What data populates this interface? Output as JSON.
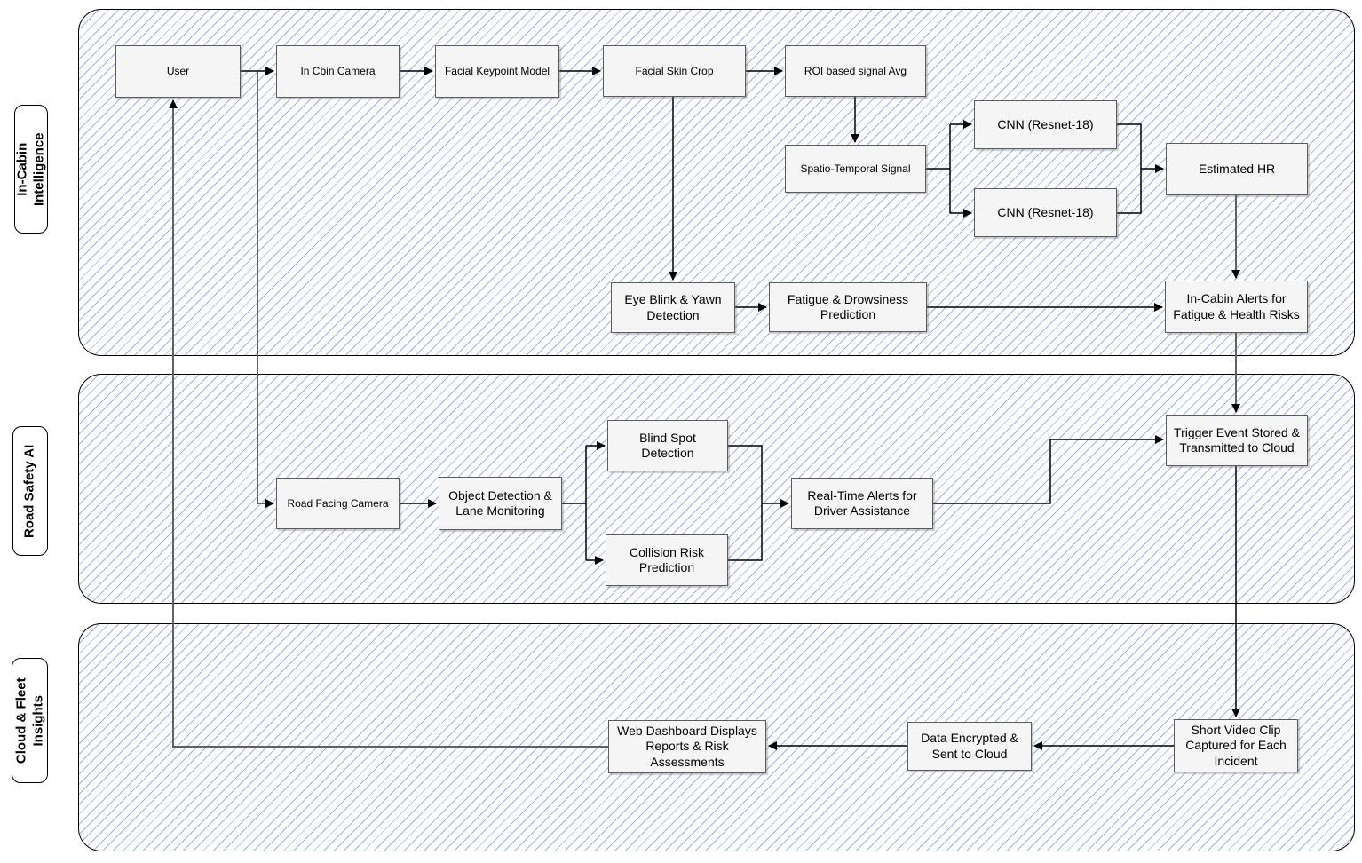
{
  "colors": {
    "hatch": "#9db0e8",
    "node_fill": "#f5f5f5",
    "node_border": "#5c5c5c",
    "section_border": "#000000",
    "connector": "#000000",
    "cross_section_connector": "#616161"
  },
  "sections": [
    {
      "label": "In-Cabin\nIntelligence"
    },
    {
      "label": "Road Safety AI"
    },
    {
      "label": "Cloud & Fleet\nInsights"
    }
  ],
  "nodes": {
    "user": {
      "label": "User"
    },
    "in_cbin_camera": {
      "label": "In Cbin Camera"
    },
    "facial_keypoint_model": {
      "label": "Facial Keypoint Model"
    },
    "facial_skin_crop": {
      "label": "Facial Skin Crop"
    },
    "roi_signal_avg": {
      "label": "ROI based signal Avg"
    },
    "spatio_temporal_signal": {
      "label": "Spatio-Temporal Signal"
    },
    "cnn_top": {
      "label": "CNN (Resnet-18)"
    },
    "cnn_bottom": {
      "label": "CNN (Resnet-18)"
    },
    "estimated_hr": {
      "label": "Estimated HR"
    },
    "eye_blink_yawn": {
      "label": "Eye Blink & Yawn\nDetection"
    },
    "fatigue_drowsiness": {
      "label": "Fatigue & Drowsiness\nPrediction"
    },
    "incabin_alerts": {
      "label": "In-Cabin Alerts for\nFatigue & Health Risks"
    },
    "road_facing_camera": {
      "label": "Road Facing Camera"
    },
    "object_detection": {
      "label": "Object Detection &\nLane Monitoring"
    },
    "blind_spot": {
      "label": "Blind Spot Detection"
    },
    "collision_risk": {
      "label": "Collision Risk\nPrediction"
    },
    "realtime_alerts": {
      "label": "Real-Time Alerts for\nDriver Assistance"
    },
    "trigger_event": {
      "label": "Trigger Event Stored &\nTransmitted to Cloud"
    },
    "web_dashboard": {
      "label": "Web Dashboard Displays\nReports & Risk\nAssessments"
    },
    "data_encrypted": {
      "label": "Data Encrypted &\nSent to Cloud"
    },
    "short_video_clip": {
      "label": "Short Video Clip\nCaptured for Each\nIncident"
    }
  }
}
